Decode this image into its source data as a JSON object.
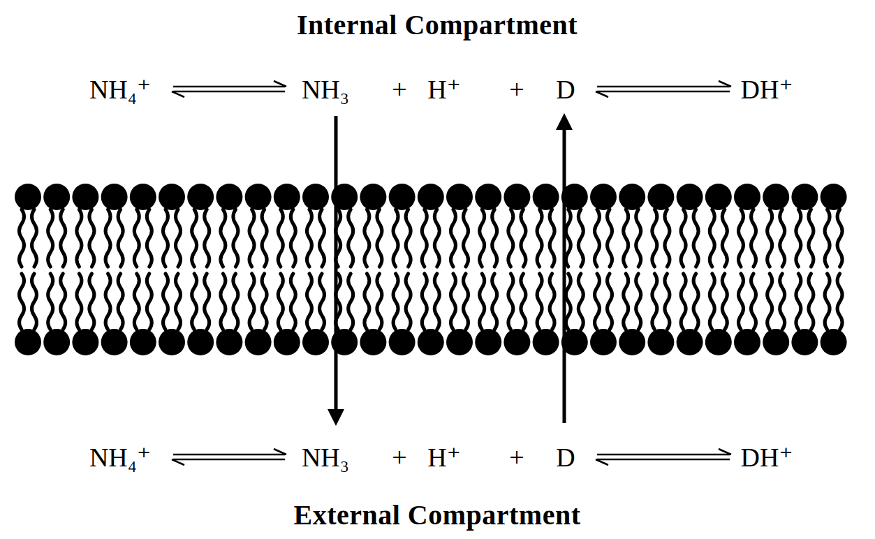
{
  "diagram": {
    "labels": [
      "Internal Compartment",
      "NH₄⁺",
      "NH₃",
      "+",
      "H⁺",
      "+",
      "D",
      "DH⁺",
      "NH₄⁺",
      "NH₃",
      "+",
      "H⁺",
      "+",
      "D",
      "DH⁺",
      "External Compartment"
    ]
  }
}
